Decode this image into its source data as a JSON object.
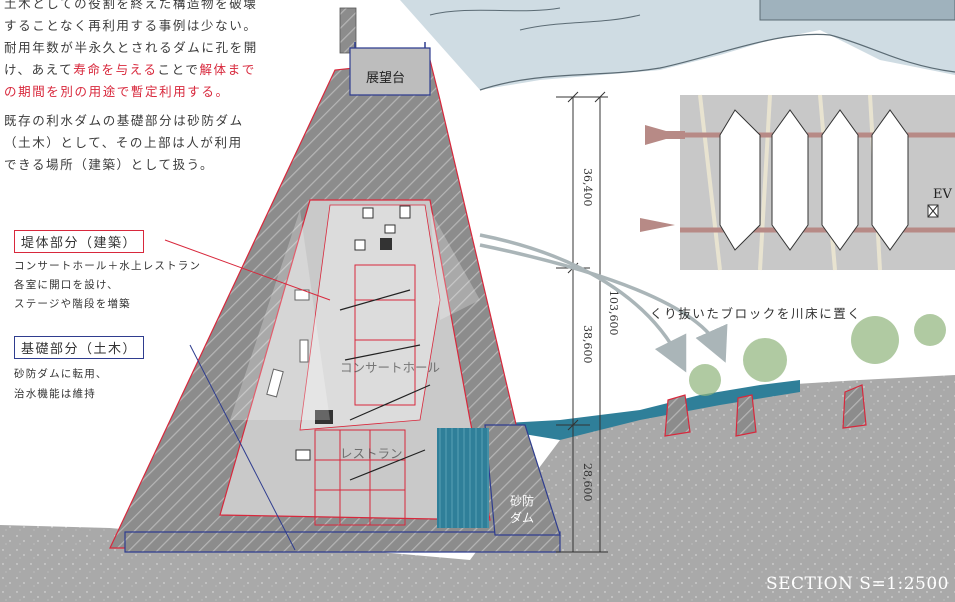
{
  "intro": {
    "p1_line1": "土木としての役割を終えた構造物を破壊",
    "p1_line2": "することなく再利用する事例は少ない。",
    "p1_line3": "耐用年数が半永久とされるダムに孔を開",
    "p1_line4_a": "け、あえて",
    "p1_line4_red1": "寿命を与える",
    "p1_line4_b": "ことで",
    "p1_line4_red2": "解体まで",
    "p1_line5_red": "の期間を別の用途で暫定利用する。",
    "p2_line1": "既存の利水ダムの基礎部分は砂防ダム",
    "p2_line2": "（土木）として、その上部は人が利用",
    "p2_line3": "できる場所（建築）として扱う。"
  },
  "labels": {
    "upper_box": "堤体部分（建築）",
    "upper_note1": "コンサートホール＋水上レストラン",
    "upper_note2": "各室に開口を設け、",
    "upper_note3": "ステージや階段を増築",
    "lower_box": "基礎部分（土木）",
    "lower_note1": "砂防ダムに転用、",
    "lower_note2": "治水機能は維持",
    "observatory": "展望台",
    "concert_hall": "コンサートホール",
    "restaurant": "レストラン",
    "sabo_dam_1": "砂防",
    "sabo_dam_2": "ダム",
    "blocks_caption": "くり抜いたブロックを川床に置く",
    "ev": "EV"
  },
  "dimensions": {
    "upper": "36,400",
    "middle": "38,600",
    "lower": "28,600",
    "total": "103,600"
  },
  "section_label": "SECTION S=1:2500",
  "colors": {
    "red_accent": "#d8283c",
    "navy_accent": "#2f3d8f",
    "water": "#2f7f99",
    "ground": "#a8a8a8",
    "concrete": "#8a8a8a",
    "arrow_brown": "#b78a86"
  }
}
